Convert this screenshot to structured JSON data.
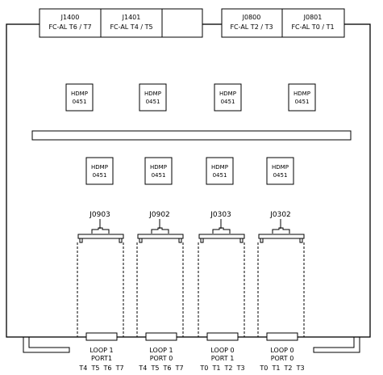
{
  "connectors_top": [
    {
      "id": "J1400",
      "desc": "FC-AL T6 / T7"
    },
    {
      "id": "J1401",
      "desc": "FC-AL T4 / T5"
    },
    {
      "id": "J0800",
      "desc": "FC-AL T2 / T3"
    },
    {
      "id": "J0801",
      "desc": "FC-AL T0 / T1"
    }
  ],
  "chips_top": [
    {
      "line1": "HDMP",
      "line2": "0451"
    },
    {
      "line1": "HDMP",
      "line2": "0451"
    },
    {
      "line1": "HDMP",
      "line2": "0451"
    },
    {
      "line1": "HDMP",
      "line2": "0451"
    }
  ],
  "chips_bottom": [
    {
      "line1": "HDMP",
      "line2": "0451"
    },
    {
      "line1": "HDMP",
      "line2": "0451"
    },
    {
      "line1": "HDMP",
      "line2": "0451"
    },
    {
      "line1": "HDMP",
      "line2": "0451"
    }
  ],
  "slots": [
    {
      "id": "J0903",
      "loop": "LOOP 1",
      "port": "PORT1",
      "targets": "T4  T5  T6  T7"
    },
    {
      "id": "J0902",
      "loop": "LOOP 1",
      "port": "PORT 0",
      "targets": "T4  T5  T6  T7"
    },
    {
      "id": "J0303",
      "loop": "LOOP 0",
      "port": "PORT 1",
      "targets": "T0  T1  T2  T3"
    },
    {
      "id": "J0302",
      "loop": "LOOP 0",
      "port": "PORT 0",
      "targets": "T0  T1  T2  T3"
    }
  ]
}
